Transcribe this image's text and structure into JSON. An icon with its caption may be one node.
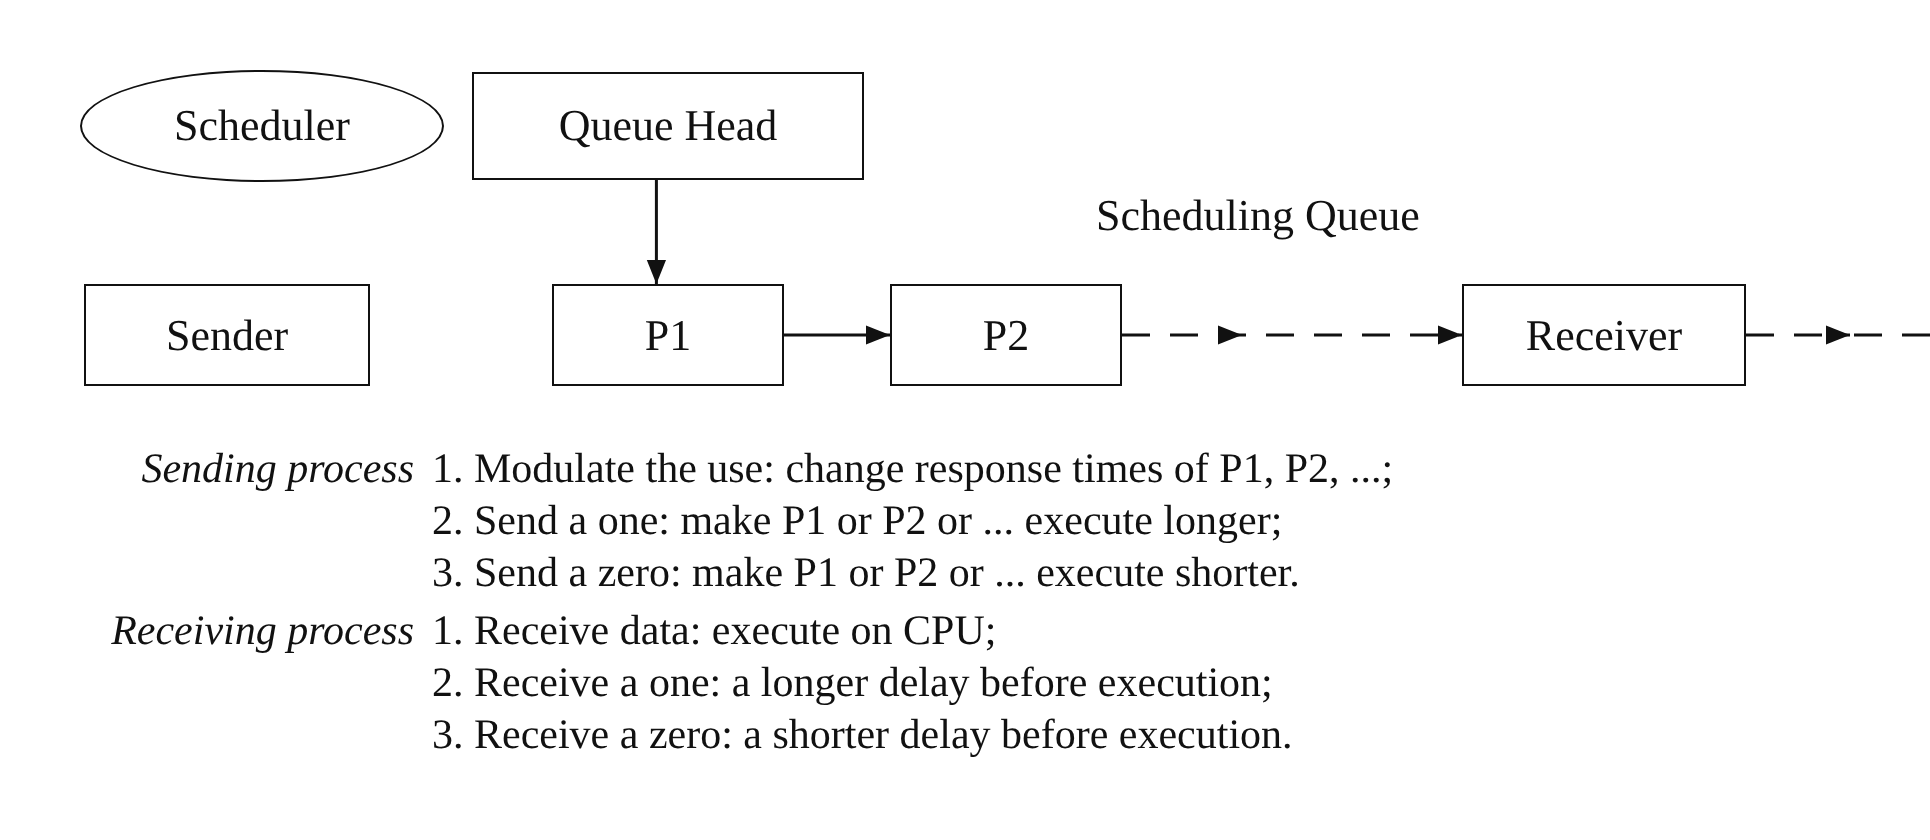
{
  "diagram": {
    "nodes": [
      {
        "text": [
          "Scheduler"
        ]
      },
      {
        "text": [
          "Queue Head"
        ]
      },
      {
        "text": [
          "Sender"
        ]
      },
      {
        "text": [
          "P1"
        ]
      },
      {
        "text": [
          "P2"
        ]
      },
      {
        "text": [
          "Receiver"
        ]
      }
    ],
    "edges": [
      {
        "from": 1,
        "to": 3,
        "arrow": "to"
      },
      {
        "from": 3,
        "to": 4,
        "arrow": "to"
      },
      {
        "from": 4,
        "to": 5,
        "arrow": "to",
        "style": "dashed"
      },
      {
        "from": 5,
        "to": null,
        "arrow": "to",
        "style": "dashed"
      }
    ],
    "labels": [
      "Scheduling Queue",
      "Sending process",
      "1. Modulate the use: change response times of P1, P2, ...;",
      "2. Send a one: make P1 or P2 or ... execute longer;",
      "3. Send a zero: make P1 or P2 or ... execute shorter.",
      "Receiving process",
      "1. Receive data: execute on CPU;",
      "2. Receive a one: a longer delay before execution;",
      "3. Receive a zero: a shorter delay before execution."
    ]
  }
}
